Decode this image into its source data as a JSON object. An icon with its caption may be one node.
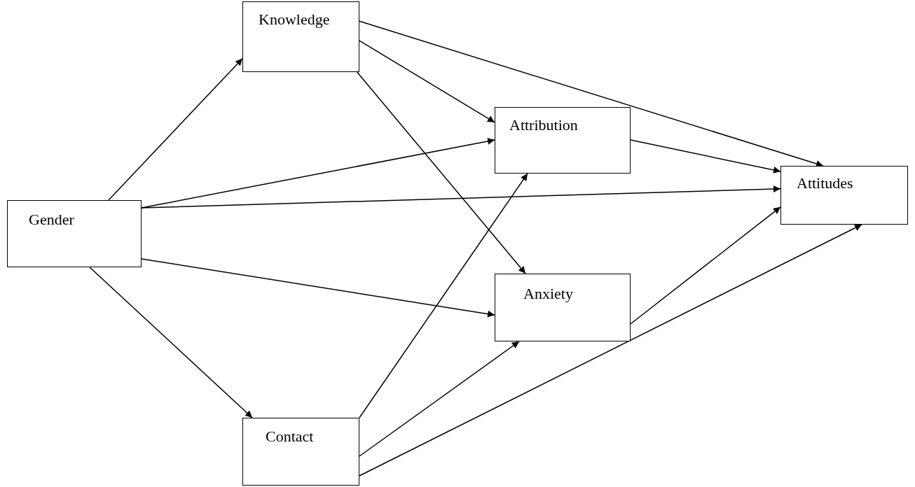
{
  "diagram": {
    "nodes": [
      {
        "text": [
          "Gender"
        ]
      },
      {
        "text": [
          "Knowledge"
        ]
      },
      {
        "text": [
          "Attribution"
        ]
      },
      {
        "text": [
          "Attitudes"
        ]
      },
      {
        "text": [
          "Anxiety"
        ]
      },
      {
        "text": [
          "Contact"
        ]
      }
    ],
    "edges": [
      {
        "from": 0,
        "to": 1,
        "arrow": "to"
      },
      {
        "from": 0,
        "to": 2,
        "arrow": "to"
      },
      {
        "from": 0,
        "to": 3,
        "arrow": "to"
      },
      {
        "from": 0,
        "to": 4,
        "arrow": "to"
      },
      {
        "from": 0,
        "to": 5,
        "arrow": "to"
      },
      {
        "from": 1,
        "to": 2,
        "arrow": "to"
      },
      {
        "from": 1,
        "to": 3,
        "arrow": "to"
      },
      {
        "from": 1,
        "to": 4,
        "arrow": "to"
      },
      {
        "from": 2,
        "to": 3,
        "arrow": "to"
      },
      {
        "from": 5,
        "to": 2,
        "arrow": "to"
      },
      {
        "from": 5,
        "to": 4,
        "arrow": "to"
      },
      {
        "from": 5,
        "to": 3,
        "arrow": "to"
      },
      {
        "from": 4,
        "to": 3,
        "arrow": "to"
      }
    ]
  }
}
